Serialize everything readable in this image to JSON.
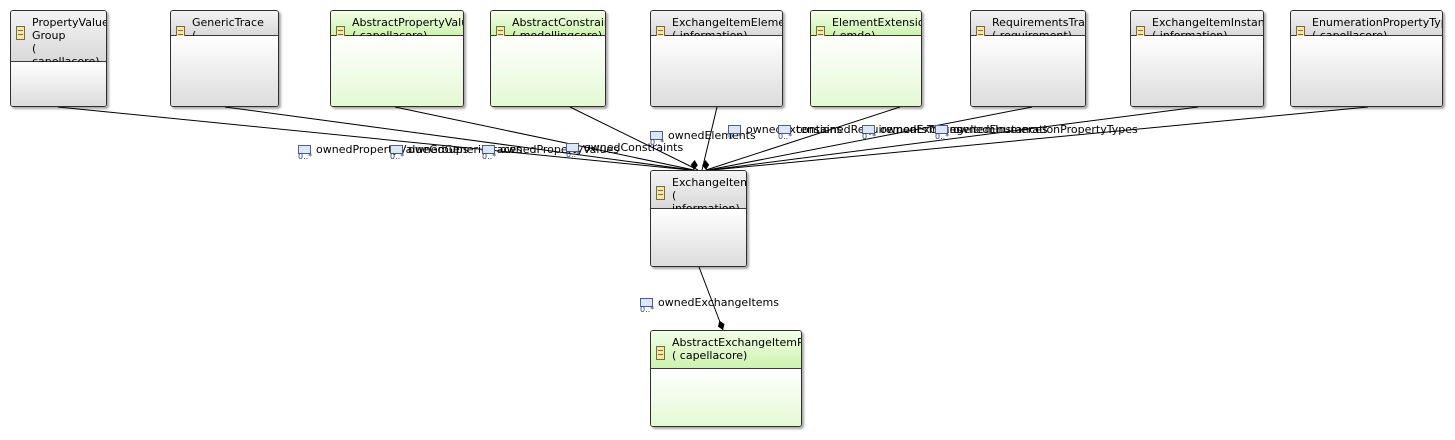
{
  "diagram": {
    "nodes": [
      {
        "id": "n1",
        "name": "PropertyValue\nGroup",
        "package": "( capellacore)",
        "color": "gray"
      },
      {
        "id": "n2",
        "name": "GenericTrace",
        "package": "( capellacommon)",
        "color": "gray"
      },
      {
        "id": "n3",
        "name": "AbstractPropertyValue",
        "package": "( capellacore)",
        "color": "green"
      },
      {
        "id": "n4",
        "name": "AbstractConstraint",
        "package": "( modellingcore)",
        "color": "green"
      },
      {
        "id": "n5",
        "name": "ExchangeItemElement",
        "package": "( information)",
        "color": "gray"
      },
      {
        "id": "n6",
        "name": "ElementExtension",
        "package": "( emde)",
        "color": "green"
      },
      {
        "id": "n7",
        "name": "RequirementsTrace",
        "package": "( requirement)",
        "color": "gray"
      },
      {
        "id": "n8",
        "name": "ExchangeItemInstance",
        "package": "( information)",
        "color": "gray"
      },
      {
        "id": "n9",
        "name": "EnumerationPropertyType",
        "package": "( capellacore)",
        "color": "gray"
      },
      {
        "id": "c",
        "name": "ExchangeItem",
        "package": "( information)",
        "color": "gray"
      },
      {
        "id": "p",
        "name": "AbstractExchangeItemPkg",
        "package": "( capellacore)",
        "color": "green"
      }
    ],
    "relations": [
      {
        "label": "ownedPropertyValueGroups",
        "multiplicity": "0..*"
      },
      {
        "label": "ownedGenericTraces",
        "multiplicity": "0..*"
      },
      {
        "label": "ownedPropertyValues",
        "multiplicity": "0..*"
      },
      {
        "label": "ownedConstraints",
        "multiplicity": "0..*"
      },
      {
        "label": "ownedElements",
        "multiplicity": "0..*"
      },
      {
        "label": "ownedExtensions",
        "multiplicity": "0..*"
      },
      {
        "label": "containedRequirementsTraces",
        "multiplicity": "0..*"
      },
      {
        "label": "ownedExchangeItemInstances",
        "multiplicity": "0..*"
      },
      {
        "label": "ownedEnumerationPropertyTypes",
        "multiplicity": "0..*"
      },
      {
        "label": "ownedExchangeItems",
        "multiplicity": "0..*"
      }
    ],
    "colors": {
      "gray_header": "#d9d9d9",
      "green_header": "#cdf3b0",
      "line": "#000000",
      "multiplicity": "#2a3d8f"
    }
  }
}
